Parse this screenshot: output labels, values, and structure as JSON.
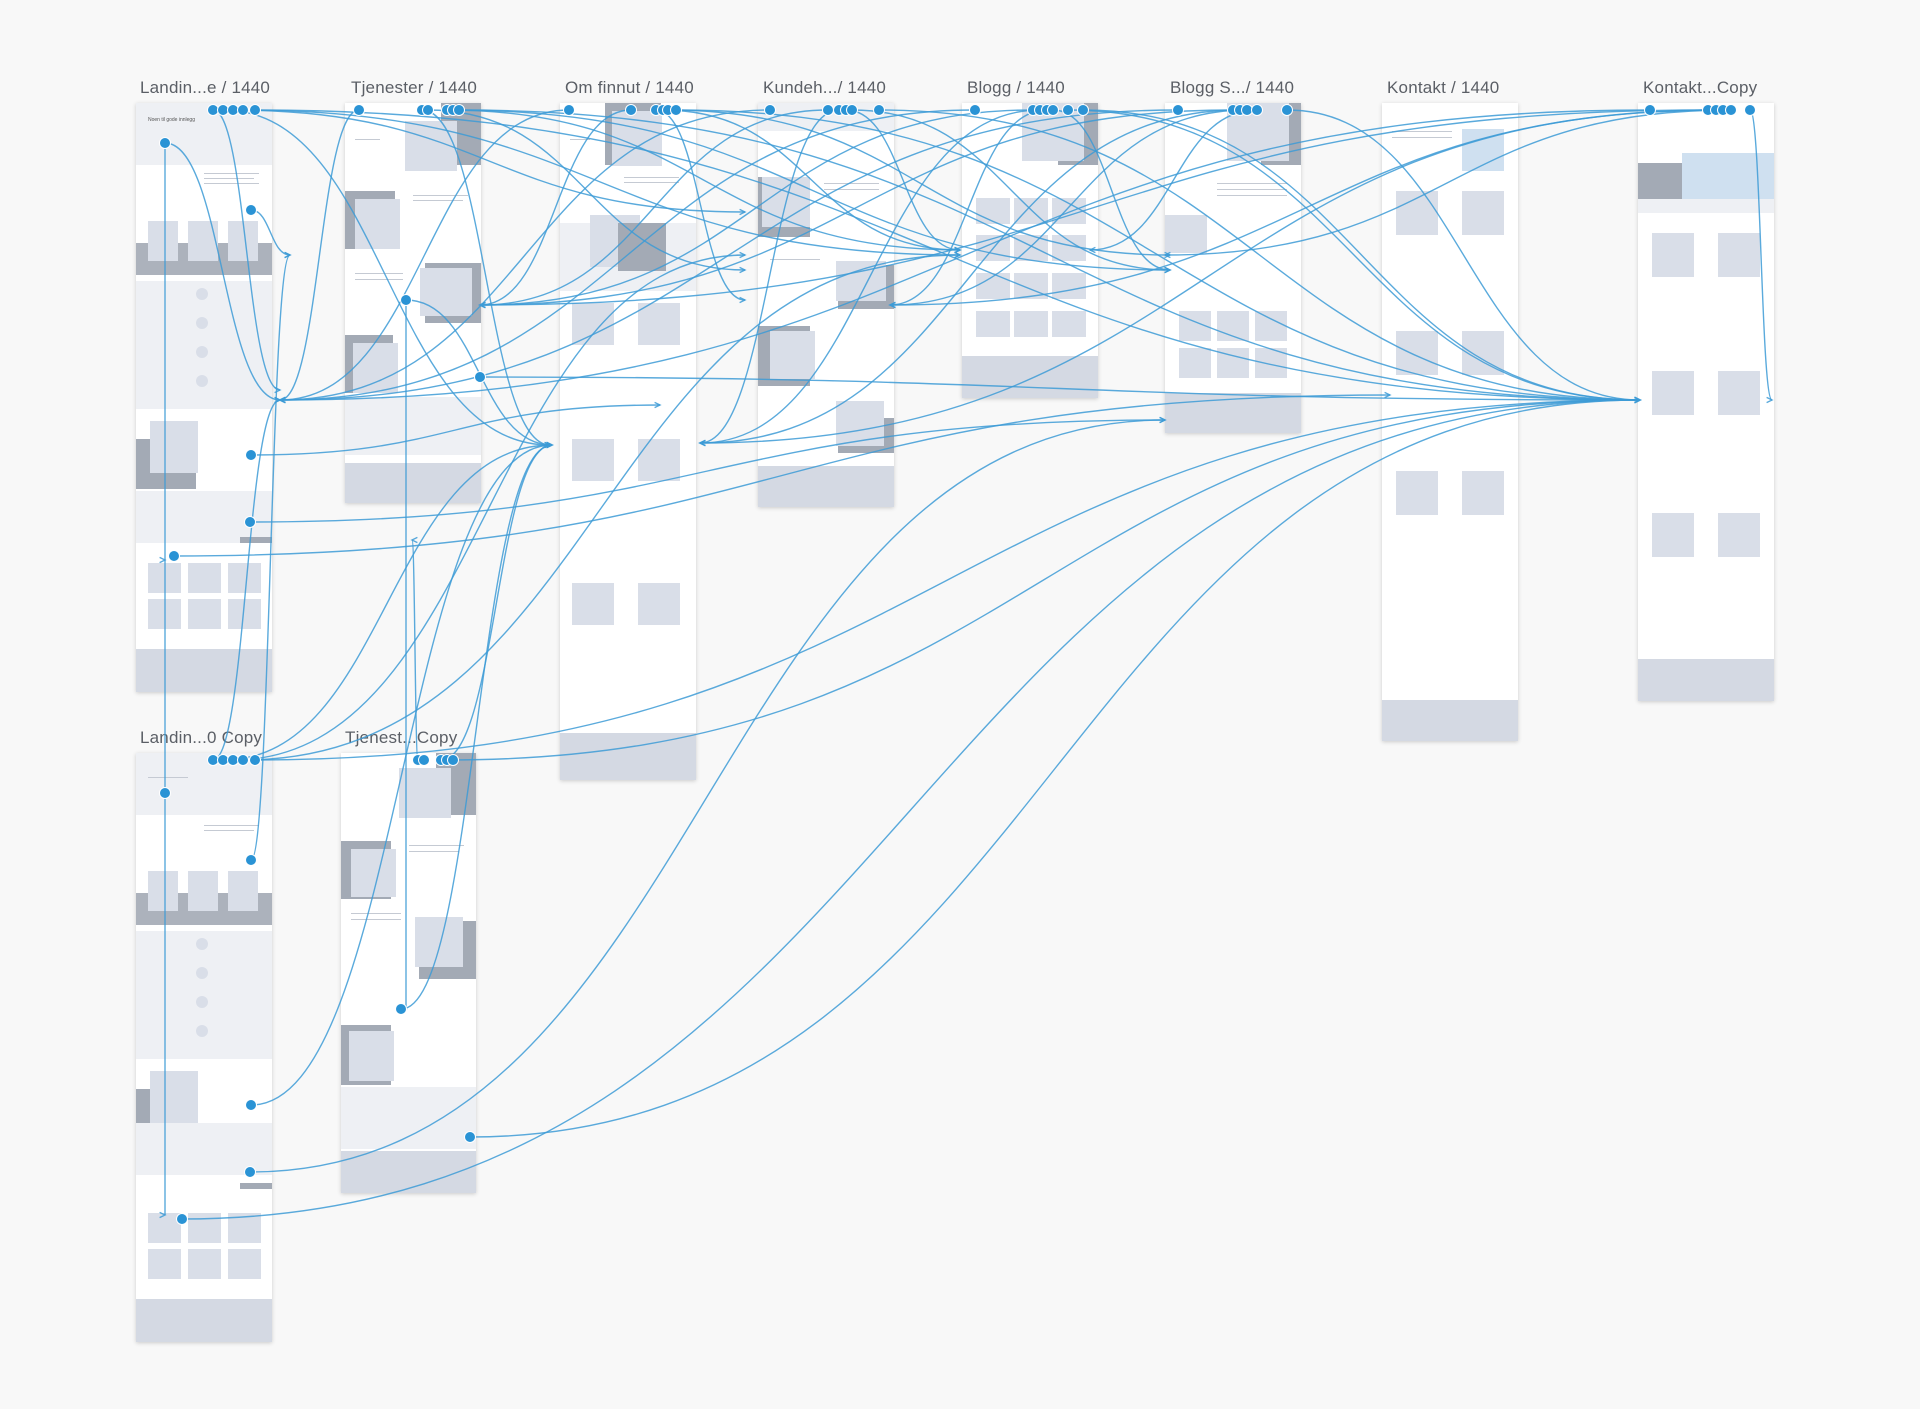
{
  "canvas": {
    "background": "#f8f8f8",
    "link_color": "#3d9bd6",
    "hotspot_color": "#2a93d5",
    "placeholder_color": "#d9dee8",
    "placeholder_dark_color": "#a3aab5"
  },
  "artboards": [
    {
      "id": "landing",
      "title": "Landin...e / 1440"
    },
    {
      "id": "tjenester",
      "title": "Tjenester / 1440"
    },
    {
      "id": "omfinnut",
      "title": "Om finnut / 1440"
    },
    {
      "id": "kundeh",
      "title": "Kundeh.../ 1440"
    },
    {
      "id": "blogg",
      "title": "Blogg / 1440"
    },
    {
      "id": "bloggs",
      "title": "Blogg S.../ 1440"
    },
    {
      "id": "kontakt",
      "title": "Kontakt / 1440"
    },
    {
      "id": "kontaktcopy",
      "title": "Kontakt...Copy"
    },
    {
      "id": "landingcopy",
      "title": "Landin...0  Copy"
    },
    {
      "id": "tjenestercopy",
      "title": "Tjenest...Copy"
    }
  ],
  "landing_hero_text": "Noen til gode innlegg"
}
